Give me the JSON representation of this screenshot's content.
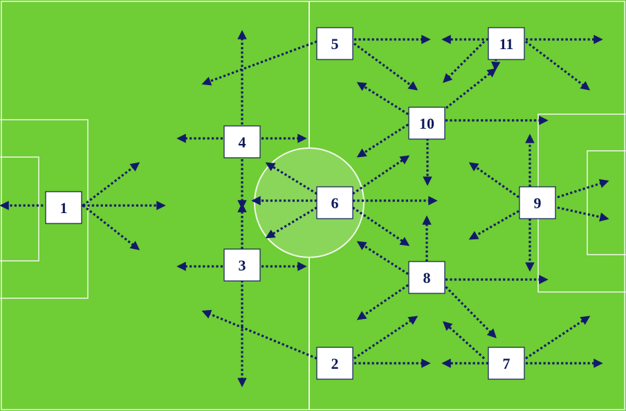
{
  "colors": {
    "grass": "#6fcd35",
    "lines": "#f2f7ee",
    "center_circle_fill": "#8ad65a",
    "arrow": "#121a6b",
    "box_fill": "#ffffff",
    "box_stroke": "#0d1a5a"
  },
  "players": [
    {
      "label": "1"
    },
    {
      "label": "2"
    },
    {
      "label": "3"
    },
    {
      "label": "4"
    },
    {
      "label": "5"
    },
    {
      "label": "6"
    },
    {
      "label": "7"
    },
    {
      "label": "8"
    },
    {
      "label": "9"
    },
    {
      "label": "10"
    },
    {
      "label": "11"
    }
  ]
}
